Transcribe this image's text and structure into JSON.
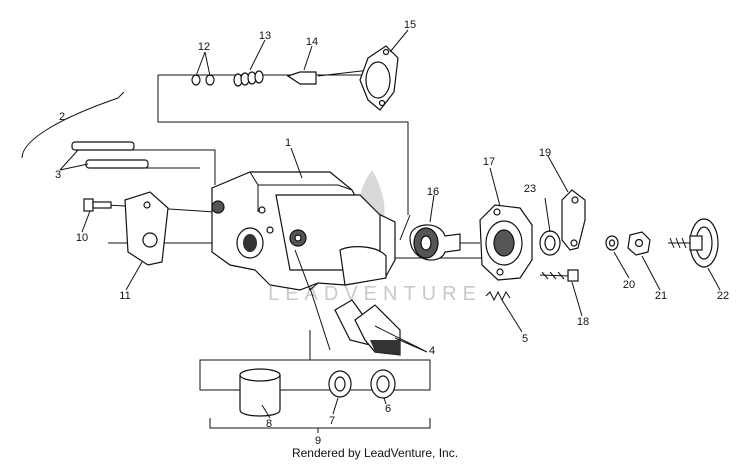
{
  "diagram": {
    "callouts": [
      "1",
      "2",
      "3",
      "4",
      "5",
      "6",
      "7",
      "8",
      "9",
      "10",
      "11",
      "12",
      "13",
      "14",
      "15",
      "16",
      "17",
      "18",
      "19",
      "20",
      "21",
      "22",
      "23"
    ],
    "watermark": "LEADVENTURE",
    "credit": "Rendered by LeadVenture, Inc."
  }
}
